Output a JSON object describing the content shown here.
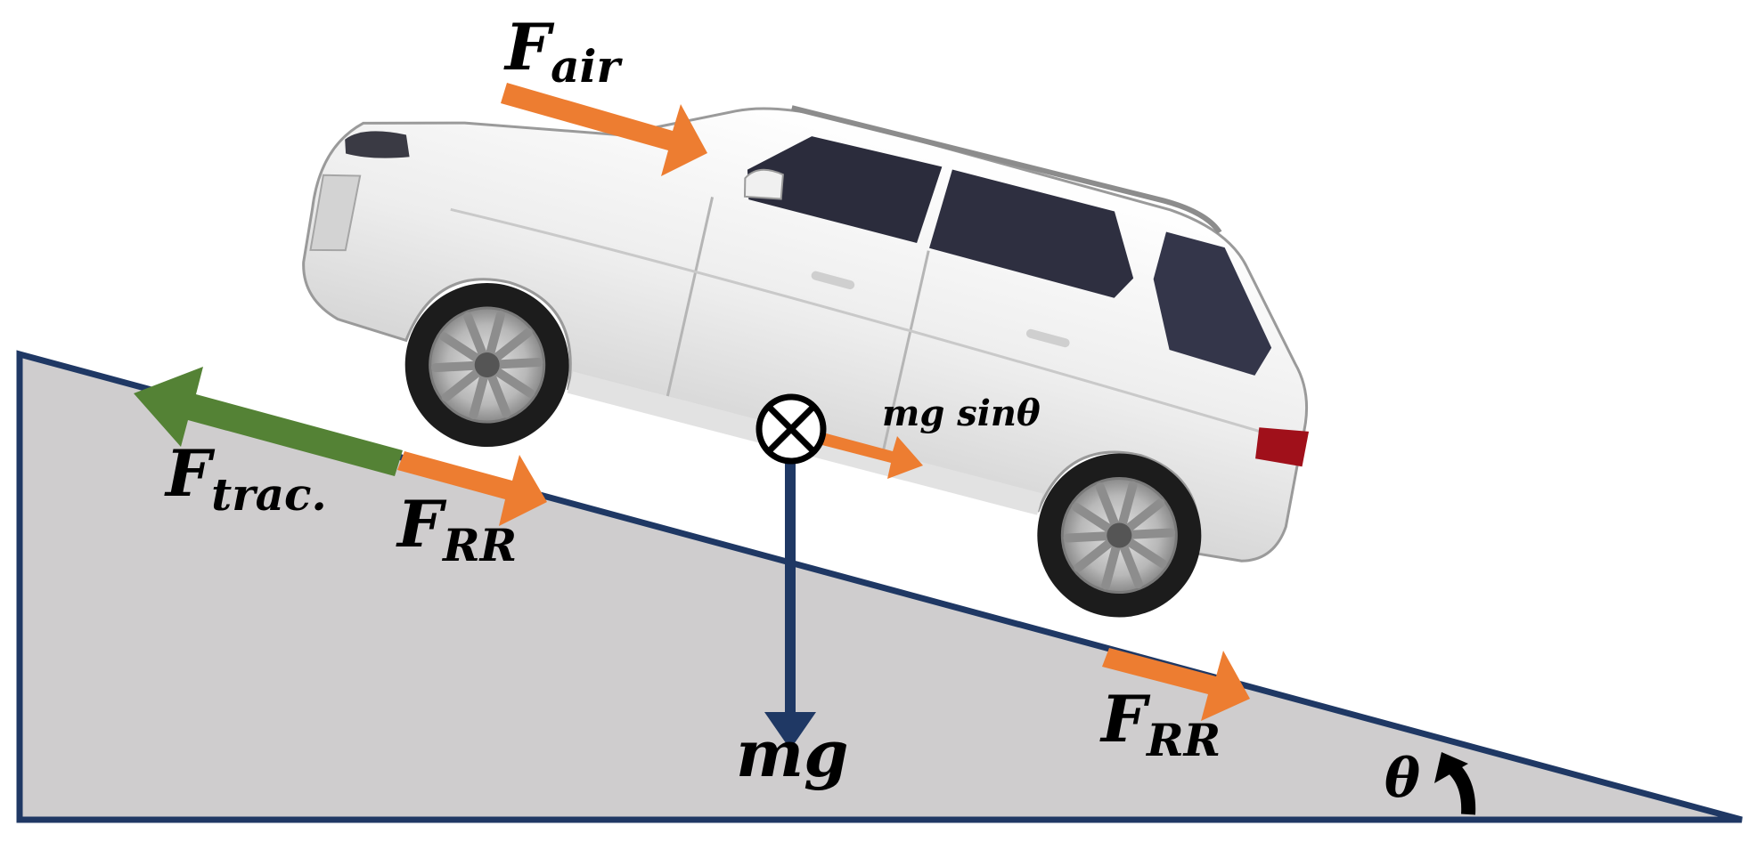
{
  "labels": {
    "f_air": {
      "main": "F",
      "sub": "air"
    },
    "f_trac": {
      "main": "F",
      "sub": "trac."
    },
    "f_rr_rear": {
      "main": "F",
      "sub": "RR"
    },
    "f_rr_front": {
      "main": "F",
      "sub": "RR"
    },
    "mg_sin": "mg sinθ",
    "mg": "mg",
    "theta": "θ"
  },
  "colors": {
    "incline_fill": "#cfcdce",
    "incline_stroke": "#1f3864",
    "drag_arrow": "#ed7d31",
    "traction_arrow": "#548235",
    "gravity_arrow": "#1f3864",
    "car_body": "#f4f4f4",
    "car_glass": "#2b2c3c"
  },
  "icons": {
    "center_of_mass": "circle-cross-icon",
    "angle_marker": "curved-arrow-icon"
  }
}
